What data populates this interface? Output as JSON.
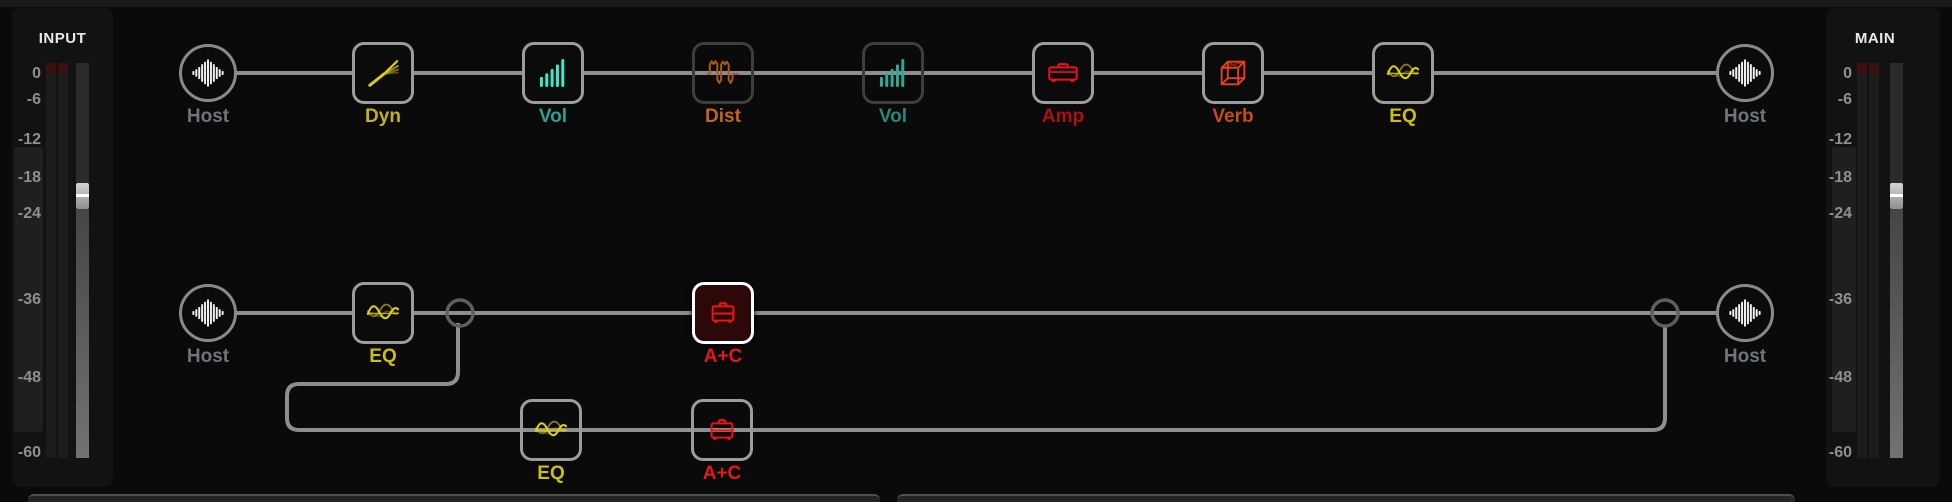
{
  "meters": {
    "scale_labels": [
      "0",
      "-6",
      "-12",
      "-18",
      "-24",
      "-36",
      "-48",
      "-60"
    ],
    "input": {
      "title": "INPUT"
    },
    "main": {
      "title": "MAIN"
    }
  },
  "signal_flow": {
    "path1": {
      "input_label": "Host",
      "output_label": "Host",
      "blocks": [
        {
          "label": "Dyn",
          "type": "dynamics",
          "state": "on",
          "color": "#c3b11b",
          "icon_color": "#ddc91e"
        },
        {
          "label": "Vol",
          "type": "volume",
          "state": "on",
          "color": "#2f9e90",
          "icon_color": "#3ce9c9"
        },
        {
          "label": "Dist",
          "type": "distortion",
          "state": "bypassed",
          "color": "#c2661a",
          "icon_color": "#a85a18"
        },
        {
          "label": "Vol",
          "type": "volume",
          "state": "bypassed",
          "color": "#2b857b",
          "icon_color": "#2fa894"
        },
        {
          "label": "Amp",
          "type": "amp",
          "state": "on",
          "color": "#ad1015",
          "icon_color": "#ee1216"
        },
        {
          "label": "Verb",
          "type": "reverb",
          "state": "on",
          "color": "#c64e14",
          "icon_color": "#e8401a"
        },
        {
          "label": "EQ",
          "type": "eq",
          "state": "on",
          "color": "#cdbf12",
          "icon_color": "#ded012"
        }
      ]
    },
    "path2": {
      "input_label": "Host",
      "output_label": "Host",
      "row_a_blocks": [
        {
          "label": "EQ",
          "type": "eq",
          "state": "on",
          "color": "#cdbf12",
          "icon_color": "#ded012"
        },
        {
          "label": "A+C",
          "type": "amp-cab",
          "state": "selected",
          "color": "#e2181b",
          "icon_color": "#f01216"
        }
      ],
      "row_b_blocks": [
        {
          "label": "EQ",
          "type": "eq",
          "state": "on",
          "color": "#cdbf12",
          "icon_color": "#ded012"
        },
        {
          "label": "A+C",
          "type": "amp-cab",
          "state": "on",
          "color": "#e2181b",
          "icon_color": "#f01216"
        }
      ]
    }
  },
  "colors": {
    "wire": "#8e8e8e",
    "node_ring": "#5e5e5e",
    "border_on": "#9c9c9c",
    "border_off": "#3e3e3e",
    "border_selected": "#ffffff",
    "selected_bg": "#2d0808",
    "panel_bg": "#121212",
    "clip": "#3a1010",
    "bar_bg": "#1c1c1c",
    "scale_text": "#8f8f8f",
    "title_text": "#e9e9e9",
    "host_label": "#6f747b",
    "host_icon": "#f0f0f0"
  }
}
